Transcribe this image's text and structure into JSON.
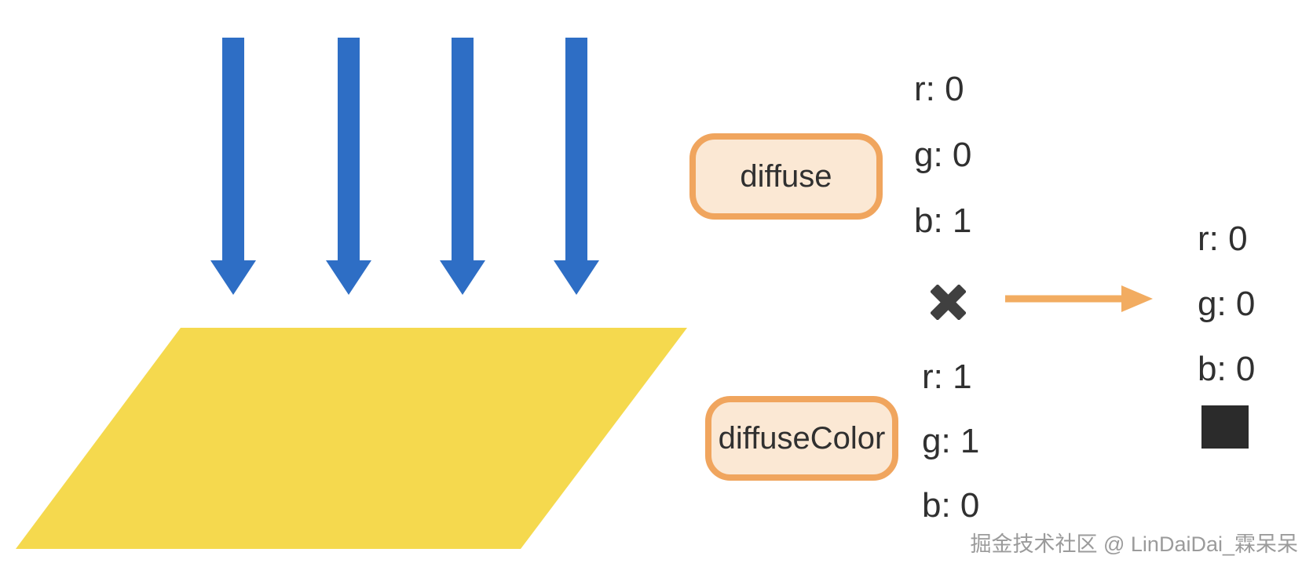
{
  "diffuse": {
    "label": "diffuse",
    "values": [
      "r: 0",
      "g: 0",
      "b: 1"
    ]
  },
  "diffuse_color": {
    "label": "diffuseColor",
    "values": [
      "r: 1",
      "g: 1",
      "b: 0"
    ]
  },
  "result": {
    "values": [
      "r: 0",
      "g: 0",
      "b: 0"
    ]
  },
  "icons": {
    "multiply-icon": "✕",
    "arrow-right-icon": "→",
    "light-ray-arrow-icon": "↓"
  },
  "colors": {
    "light_arrow": "#2E6EC5",
    "surface_yellow": "#F5D94E",
    "box_border": "#F0A55E",
    "box_fill": "#FBE8D4",
    "flow_arrow": "#F2AC61",
    "text_dark": "#303030",
    "multiply_sign": "#404040",
    "result_swatch": "#2B2B2B",
    "watermark_gray": "#9B9B9B"
  },
  "watermark": "掘金技术社区 @ LinDaiDai_霖呆呆"
}
